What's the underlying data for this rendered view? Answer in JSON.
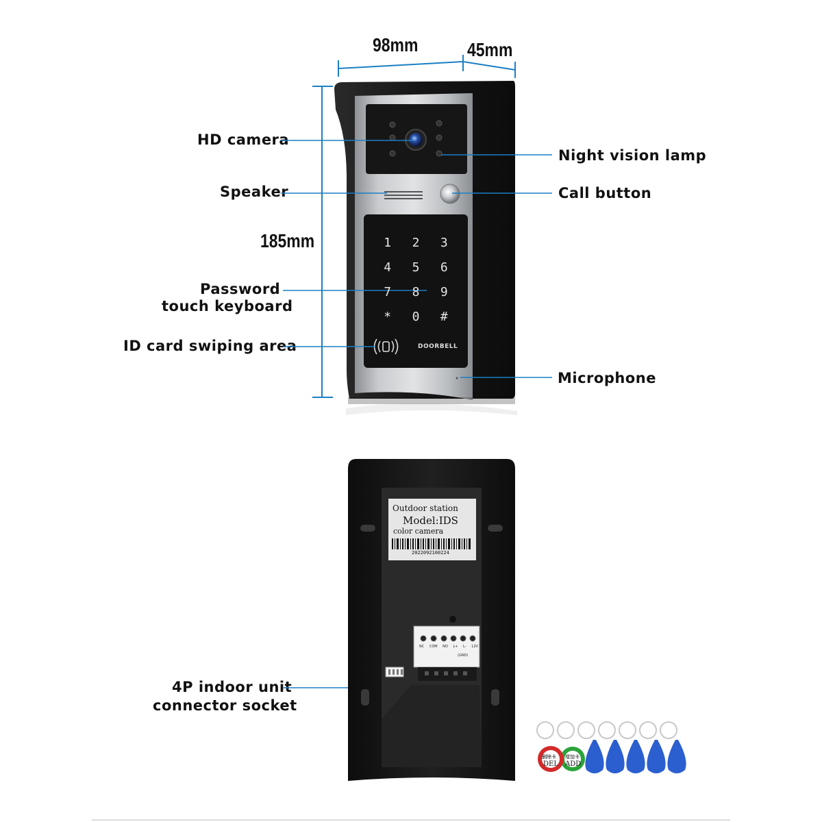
{
  "dimensions": {
    "width": "98mm",
    "depth": "45mm",
    "height": "185mm"
  },
  "labels": {
    "hd_camera": "HD camera",
    "speaker": "Speaker",
    "password_line1": "Password",
    "password_line2": "touch keyboard",
    "id_card": "ID card swiping area",
    "night_vision": "Night vision lamp",
    "call_button": "Call button",
    "microphone": "Microphone",
    "connector_line1": "4P indoor unit",
    "connector_line2": "connector socket"
  },
  "keypad": [
    "1",
    "2",
    "3",
    "4",
    "5",
    "6",
    "7",
    "8",
    "9",
    "*",
    "0",
    "#"
  ],
  "brand": "DOORBELL",
  "sticker": {
    "line1": "Outdoor station",
    "line2": "Model:IDS",
    "line3": "color camera",
    "serial": "2022092100224"
  },
  "terminal_labels": [
    "NC",
    "COM",
    "NO",
    "L+",
    "L-",
    "12V"
  ],
  "terminal_sub": "(GND)",
  "tags": {
    "del_cn": "删除卡",
    "del": "DEL",
    "add_cn": "增加卡",
    "add": "ADD"
  },
  "colors": {
    "leader_line": "#1a7fc4",
    "device_body": "#111111",
    "panel_silver": "#b9bcbf",
    "tag_blue": "#2b5fd0",
    "tag_red": "#d32a2a",
    "tag_green": "#2aa33a"
  }
}
